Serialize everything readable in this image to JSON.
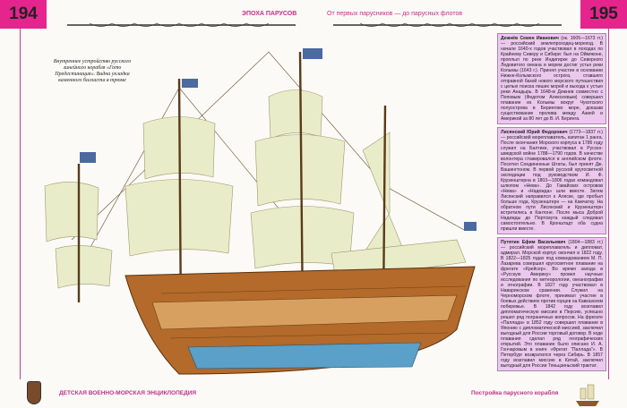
{
  "header": {
    "left_page_number": "194",
    "right_page_number": "195",
    "left_section": "ЭПОХА ПАРУСОВ",
    "right_section": "От первых парусников — до парусных флотов"
  },
  "caption": "Внутреннее устройство русского линейного корабля «Гото Предестинация». Видна укладка каменного балласта в трюме",
  "biographies": [
    {
      "name": "Дежнёв Семен Иванович",
      "text": " (ок. 1605—1673 гг.) — российский землепроходец-мореход. В начале 1640-х годов участвовал в походах по Крайнему Северу и Сибири: был на Оймяконе, проплыл по реке Индигирке до Северного Ледовитого океана и морем достиг устья реки Колымы (1643 г.). Принял участие в основании Нижне-Колымского острога, ставшего отправной базой нового морского путешествия с целью поиска пеших морей и выхода к устью реки Анадырь. В 1648-м Дежнев совместно с Поповым (Федотом Алексеевым) совершил плавание из Колымы вокруг Чукотского полуострова в Берингово море, доказав существование пролива между Азией и Америкой за 80 лет до В. И. Беринга."
    },
    {
      "name": "Лисянский Юрий Федорович",
      "text": " (1773—1837 гг.) — российский мореплаватель, капитан 1 ранга. После окончания Морского корпуса в 1786 году служил на Балтике, участвовал в Русско-шведской войне 1788—1790 годов. В качестве волонтера стажировался в английском флоте. Посетил Соединенные Штаты, был принят Дж. Вашингтоном. В первой русской кругосветной экспедиции под руководством И. Ф. Крузенштерна в 1803—1806 годах командовал шлюпом «Нева». До Гавайских островов «Нева» и «Надежда» шли вместе. Затем Лисянский направился к Аляске, где пробыл больше года, Крузенштерн — на Камчатку. На обратном пути Лисянский и Крузенштерн встретились в Кантоне. После мыса Доброй Надежды до Портсмута каждый следовал самостоятельно. В Кронштадт оба судна пришли вместе."
    },
    {
      "name": "Путятин Ефим Васильевич",
      "text": " (1804—1883 гг.) — российский мореплаватель и дипломат, адмирал. Морской корпус окончил в 1822 году. В 1822—1825 годах под командованием М. П. Лазарева совершил кругосветное плавание на фрегате «Крейсер». Во время захода в «Русскую Америку» провел научные исследования по метеорологии, океанографии и этнографии. В 1827 году участвовал в Наваринском сражении. Служил на Черноморском флоте, принимал участие в боевых действиях против горцев на Кавказском побережье. В 1842 году возглавил дипломатическую миссию в Персию, успешно решил ряд пограничных вопросов. На фрегате «Паллада» в 1852 году совершил плавание в Японию с дипломатической миссией, заключил выгодный для России торговый договор. В ходе плавания сделал ряд географических открытий. Это плавание было описано И. А. Гончаровым в книге «Фрегат “Паллада”». В Петербург возвратился через Сибирь. В 1857 году возглавил миссию в Китай, заключил выгодный для России Тяньцзиньский трактат."
    }
  ],
  "footer": {
    "left": "ДЕТСКАЯ ВОЕННО-МОРСКАЯ ЭНЦИКЛОПЕДИЯ",
    "right": "Постройка парусного корабля"
  },
  "colors": {
    "accent": "#e6248e",
    "box": "#ecc8ee"
  }
}
